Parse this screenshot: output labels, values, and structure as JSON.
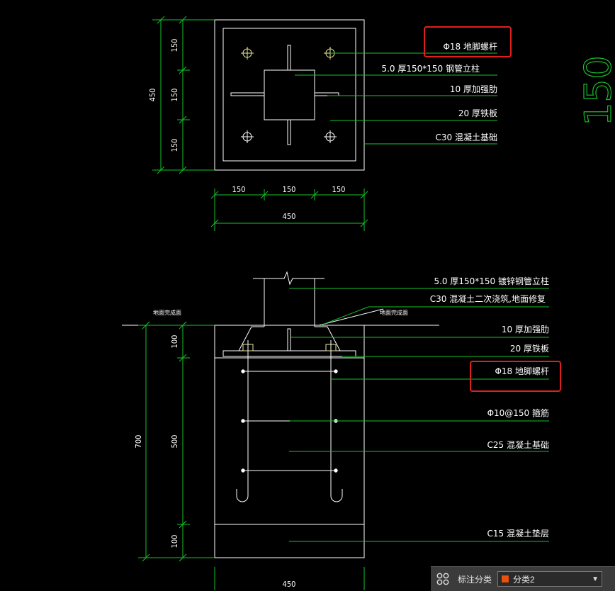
{
  "plan": {
    "dims_left": [
      "150",
      "150",
      "150"
    ],
    "dim_total_left": "450",
    "dims_bottom": [
      "150",
      "150",
      "150"
    ],
    "dim_total_bottom": "450",
    "labels": {
      "anchor_bolt": "Φ18  地脚螺杆",
      "steel_column": "5.0  厚150*150    钢管立柱",
      "stiffener": "10  厚加强肋",
      "base_plate": "20  厚铁板",
      "foundation": "C30  混凝土基础"
    }
  },
  "section": {
    "dim_total_left": "700",
    "dims_left": [
      "100",
      "500",
      "100"
    ],
    "dim_bottom": "450",
    "ground_left": "地面完成面",
    "ground_right": "地面完成面",
    "labels": {
      "steel_column": "5.0  厚150*150    镀锌钢管立柱",
      "grout": "C30  混凝土二次浇筑,地面修复",
      "stiffener": "10  厚加强肋",
      "base_plate": "20  厚铁板",
      "anchor_bolt": "Φ18  地脚螺杆",
      "stirrup": "Φ10@150     箍筋",
      "foundation": "C25  混凝土基础",
      "cushion": "C15  混凝土垫层"
    }
  },
  "side_text": "150",
  "toolbar": {
    "label": "标注分类",
    "selected": "分类2",
    "swatch_color": "#e8520e"
  },
  "colors": {
    "outline": "#ffffff",
    "leader": "#16c22a",
    "highlight_box": "#e0201c",
    "bolt": "#e8e89a"
  }
}
